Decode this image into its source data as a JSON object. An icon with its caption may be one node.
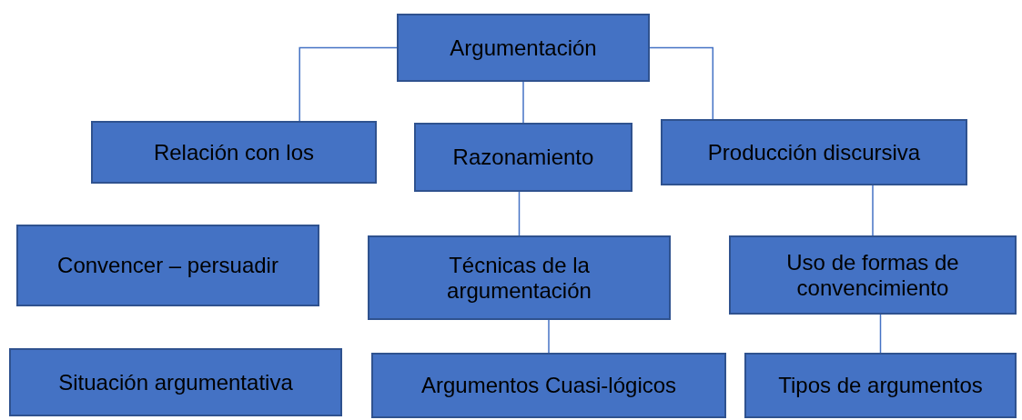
{
  "diagram": {
    "nodes": [
      {
        "text": [
          "Argumentación"
        ]
      },
      {
        "text": [
          "Relación con los"
        ]
      },
      {
        "text": [
          "Razonamiento"
        ]
      },
      {
        "text": [
          "Producción discursiva"
        ]
      },
      {
        "text": [
          "Convencer – persuadir"
        ]
      },
      {
        "text": [
          "Técnicas de la argumentación"
        ]
      },
      {
        "text": [
          "Uso de formas de convencimiento"
        ]
      },
      {
        "text": [
          "Situación argumentativa"
        ]
      },
      {
        "text": [
          "Argumentos Cuasi-lógicos"
        ]
      },
      {
        "text": [
          "Tipos de argumentos"
        ]
      }
    ],
    "edges": [
      {
        "from": 0,
        "to": 1,
        "arrow": "none"
      },
      {
        "from": 0,
        "to": 2,
        "arrow": "none"
      },
      {
        "from": 0,
        "to": 3,
        "arrow": "none"
      },
      {
        "from": 2,
        "to": 5,
        "arrow": "none"
      },
      {
        "from": 3,
        "to": 6,
        "arrow": "none"
      },
      {
        "from": 5,
        "to": 8,
        "arrow": "none"
      },
      {
        "from": 6,
        "to": 9,
        "arrow": "none"
      }
    ]
  }
}
